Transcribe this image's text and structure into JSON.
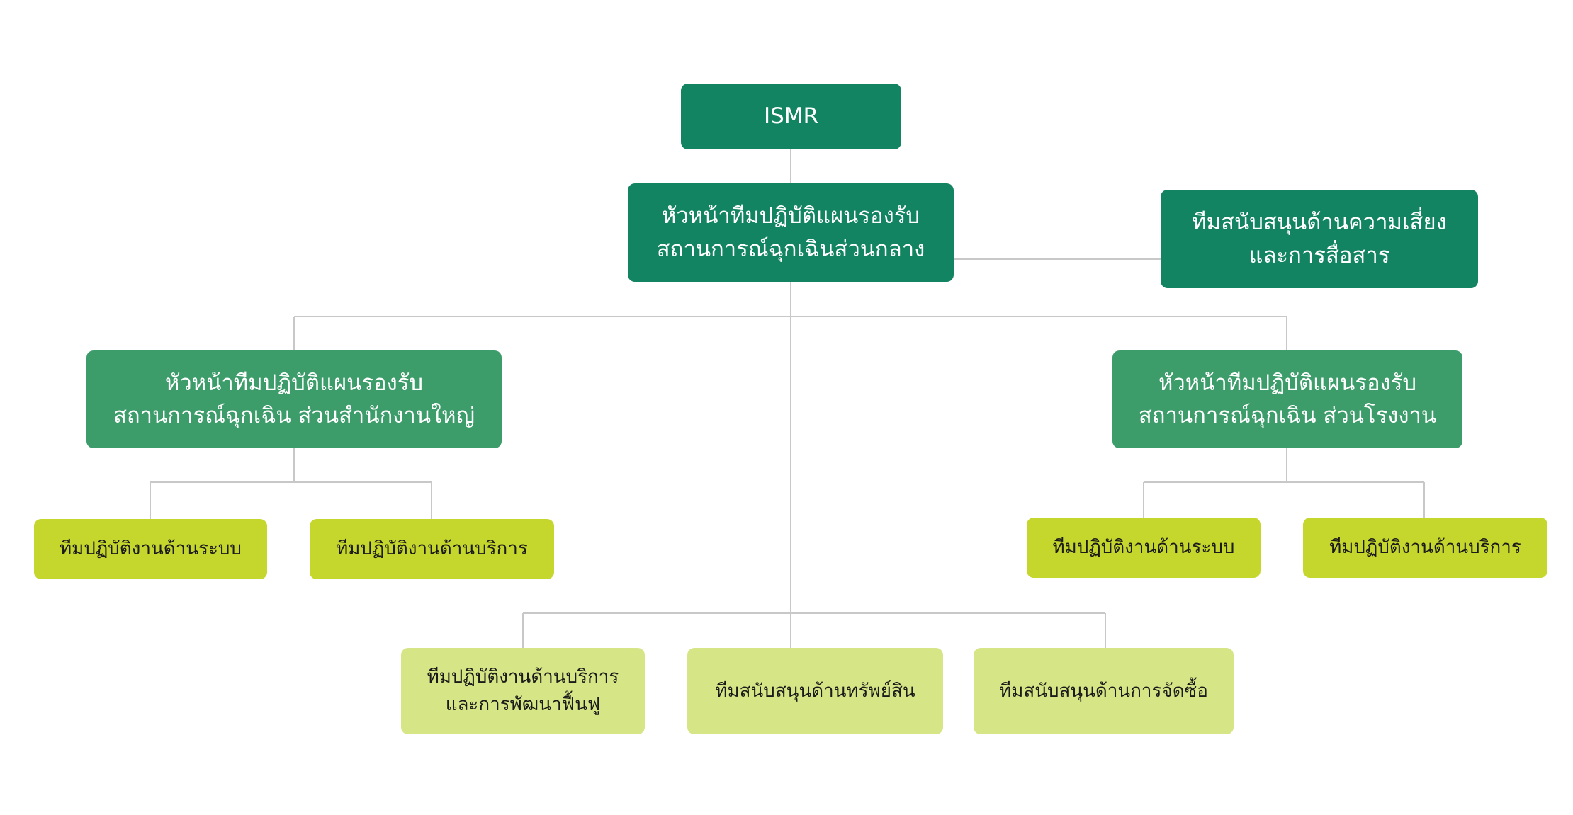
{
  "org_chart": {
    "top": {
      "label": "ISMR"
    },
    "head": {
      "label": "หัวหน้าทีมปฏิบัติแผนรองรับ\nสถานการณ์ฉุกเฉินส่วนกลาง"
    },
    "support_risk_comm": {
      "label": "ทีมสนับสนุนด้านความเสี่ยง\nและการสื่อสาร"
    },
    "hq_head": {
      "label": "หัวหน้าทีมปฏิบัติแผนรองรับ\nสถานการณ์ฉุกเฉิน ส่วนสำนักงานใหญ่"
    },
    "plant_head": {
      "label": "หัวหน้าทีมปฏิบัติแผนรองรับ\nสถานการณ์ฉุกเฉิน ส่วนโรงงาน"
    },
    "hq_teams": [
      {
        "label": "ทีมปฏิบัติงานด้านระบบ"
      },
      {
        "label": "ทีมปฏิบัติงานด้านบริการ"
      }
    ],
    "plant_teams": [
      {
        "label": "ทีมปฏิบัติงานด้านระบบ"
      },
      {
        "label": "ทีมปฏิบัติงานด้านบริการ"
      }
    ],
    "central_teams": [
      {
        "label": "ทีมปฏิบัติงานด้านบริการ\nและการพัฒนาฟื้นฟู"
      },
      {
        "label": "ทีมสนับสนุนด้านทรัพย์สิน"
      },
      {
        "label": "ทีมสนับสนุนด้านการจัดซื้อ"
      }
    ]
  },
  "colors": {
    "dark_green": "#138461",
    "medium_green": "#3c9c6a",
    "lime": "#c5d62d",
    "light_lime": "#d6e686",
    "connector": "#c8c8c8"
  }
}
